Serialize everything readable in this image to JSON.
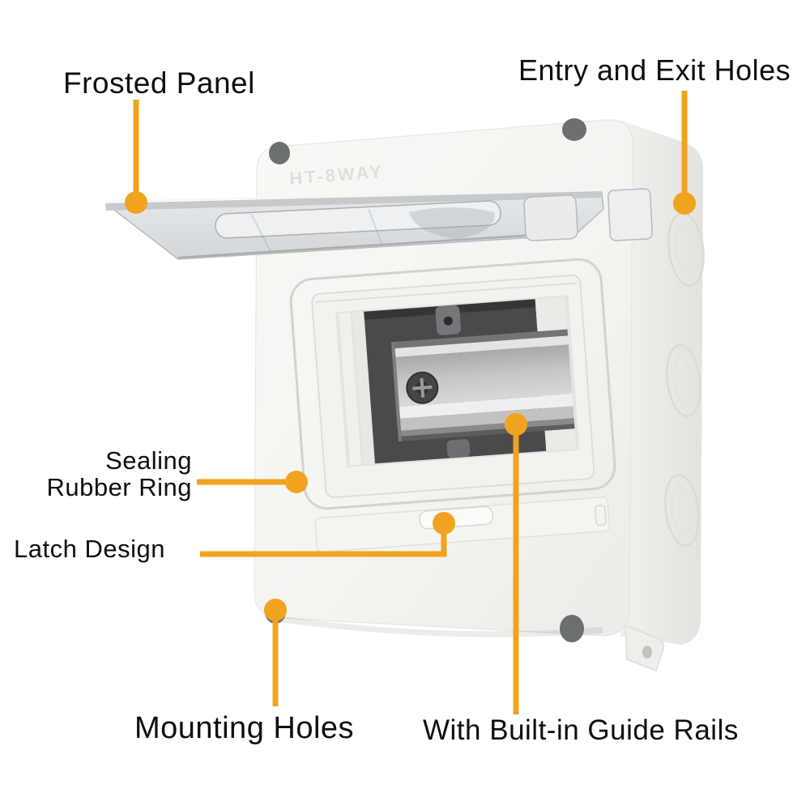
{
  "figure": {
    "background": "#FFFFFF",
    "accent_color": "#F0A31E",
    "label_color": "#0E0E0E"
  },
  "product": {
    "description": "white waterproof plastic distribution box with open frosted lid and DIN rail",
    "embossed_text": "HT-8WAY"
  },
  "annotations": {
    "frosted_panel": {
      "label": "Frosted Panel"
    },
    "entry_exit_holes": {
      "label": "Entry and Exit Holes"
    },
    "sealing_rubber_ring": {
      "line1": "Sealing",
      "line2": "Rubber Ring"
    },
    "latch_design": {
      "label": "Latch Design"
    },
    "mounting_holes": {
      "label": "Mounting Holes"
    },
    "guide_rails": {
      "label": "With Built-in Guide Rails"
    }
  }
}
